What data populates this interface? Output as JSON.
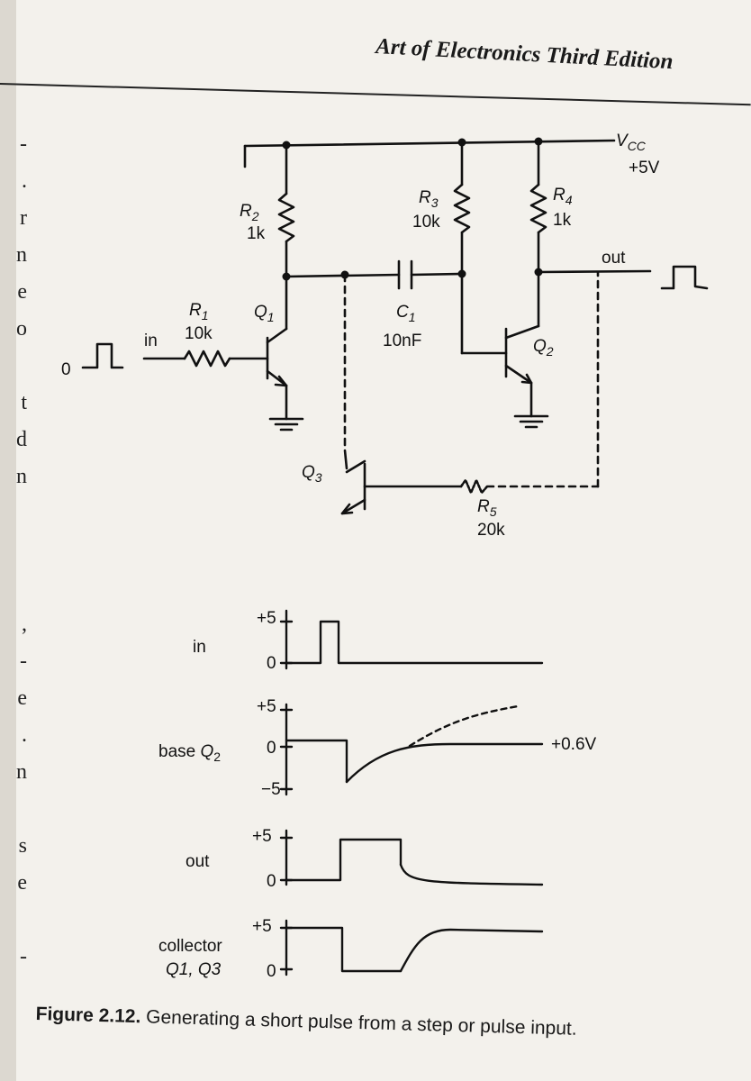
{
  "header": {
    "title": "Art of Electronics Third Edition"
  },
  "circuit": {
    "supply_label": "V",
    "supply_sub": "CC",
    "supply_value": "+5V",
    "r2_name": "R",
    "r2_sub": "2",
    "r2_value": "1k",
    "r3_name": "R",
    "r3_sub": "3",
    "r3_value": "10k",
    "r4_name": "R",
    "r4_sub": "4",
    "r4_value": "1k",
    "r1_name": "R",
    "r1_sub": "1",
    "r1_value": "10k",
    "r5_name": "R",
    "r5_sub": "5",
    "r5_value": "20k",
    "c1_name": "C",
    "c1_sub": "1",
    "c1_value": "10nF",
    "q1_name": "Q",
    "q1_sub": "1",
    "q2_name": "Q",
    "q2_sub": "2",
    "q3_name": "Q",
    "q3_sub": "3",
    "in_label": "in",
    "in_zero": "0",
    "out_label": "out"
  },
  "waveforms": {
    "in_label": "in",
    "base_label": "base",
    "base_q_name": "Q",
    "base_q_sub": "2",
    "out_label": "out",
    "collector_label": "collector",
    "collector_q_line": "Q1, Q3",
    "plus5": "+5",
    "zero": "0",
    "minus5": "−5",
    "bias_label": "+0.6V"
  },
  "caption": {
    "figure": "Figure 2.12.",
    "text": "Generating a short pulse from a step or pulse input."
  },
  "margin": {
    "lines": [
      "-",
      ".",
      "r",
      "n",
      "e",
      "o",
      "",
      "t",
      "d",
      "n",
      "",
      "",
      "",
      ",",
      "-",
      "e",
      ".",
      "n",
      "",
      "s",
      "e",
      "",
      "-",
      ""
    ]
  },
  "colors": {
    "ink": "#111111",
    "paper": "#f3f1ec",
    "bleed": "#b9b5ad"
  }
}
